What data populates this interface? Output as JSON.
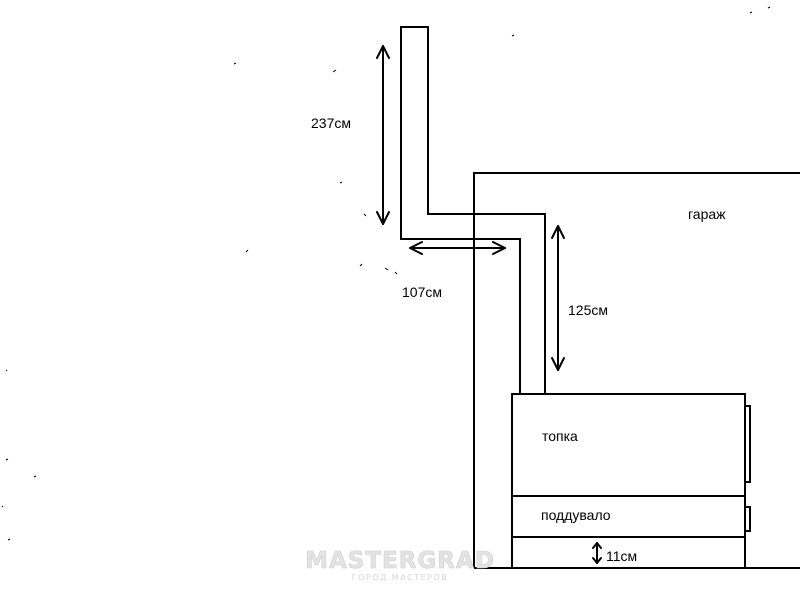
{
  "labels": {
    "garage": "гараж",
    "firebox": "топка",
    "ash_pit": "поддувало",
    "dim_vertical_pipe": "237см",
    "dim_horizontal_pipe": "107см",
    "dim_inner_pipe": "125см",
    "dim_base": "11см"
  },
  "watermark": {
    "name": "MASTERGRAD",
    "tagline": "ГОРОД МАСТЕРОВ"
  },
  "colors": {
    "line": "#000000",
    "background": "#ffffff",
    "watermark": "#e3e3e3"
  }
}
